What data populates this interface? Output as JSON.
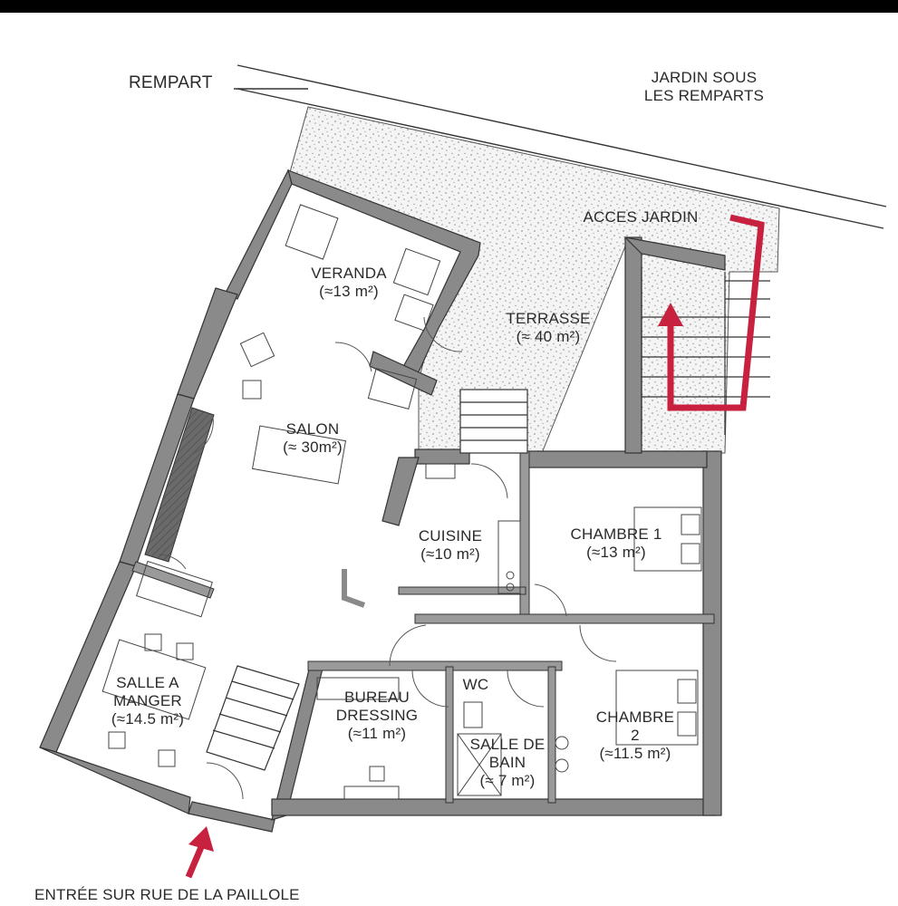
{
  "labels": {
    "rempart": "REMPART",
    "jardin_line1": "JARDIN SOUS",
    "jardin_line2": "LES REMPARTS",
    "acces_jardin": "ACCES JARDIN",
    "entree": "ENTRÉE SUR RUE DE LA PAILLOLE"
  },
  "rooms": {
    "veranda": {
      "name": "VERANDA",
      "area": "(≈13 m²)"
    },
    "terrasse": {
      "name": "TERRASSE",
      "area": "(≈ 40 m²)"
    },
    "salon": {
      "name": "SALON",
      "area": "(≈ 30m²)"
    },
    "cuisine": {
      "name": "CUISINE",
      "area": "(≈10 m²)"
    },
    "chambre1": {
      "name": "CHAMBRE 1",
      "area": "(≈13 m²)"
    },
    "salle_a_manger": {
      "name1": "SALLE A",
      "name2": "MANGER",
      "area": "(≈14.5 m²)"
    },
    "bureau": {
      "name1": "BUREAU",
      "name2": "DRESSING",
      "area": "(≈11 m²)"
    },
    "wc": {
      "name": "WC"
    },
    "salle_de_bain": {
      "name1": "SALLE DE",
      "name2": "BAIN",
      "area": "(≈ 7 m²)"
    },
    "chambre2": {
      "name1": "CHAMBRE",
      "name2": "2",
      "area": "(≈11.5 m²)"
    }
  },
  "colors": {
    "wall": "#8a8a8a",
    "wall_dark": "#3a3a3a",
    "arrow": "#c8213f",
    "dots": "#9a9a9a",
    "line": "#333333"
  }
}
